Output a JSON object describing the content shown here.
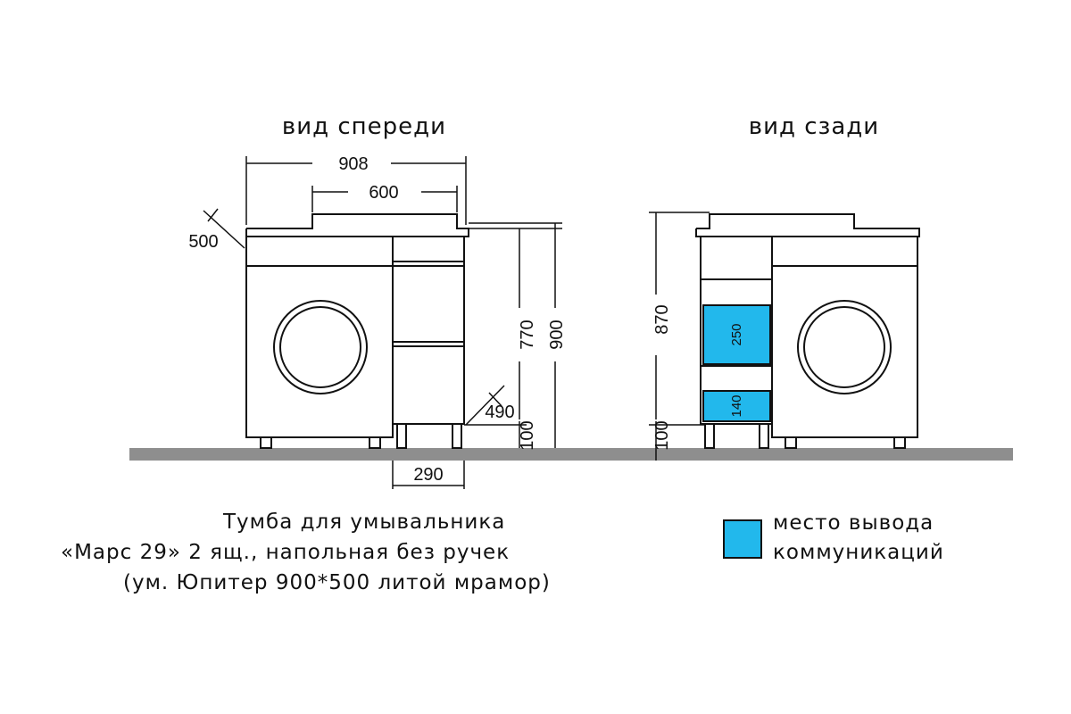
{
  "views": {
    "front_title": "вид спереди",
    "back_title": "вид сзади"
  },
  "dimensions": {
    "overall_width": "908",
    "basin_width": "600",
    "depth_top": "500",
    "height_770": "770",
    "height_900": "900",
    "depth_490": "490",
    "leg_height_front": "100",
    "module_width": "290",
    "height_870": "870",
    "leg_height_back": "100",
    "zone_upper": "250",
    "zone_lower": "140"
  },
  "caption": {
    "line1": "Тумба для умывальника",
    "line2": "«Марс 29» 2 ящ., напольная без ручек",
    "line3": "(ум. Юпитер 900*500 литой мрамор)"
  },
  "legend": {
    "label_line1": "место вывода",
    "label_line2": "коммуникаций"
  },
  "colors": {
    "communication_zone": "#22b8ec",
    "floor": "#8e8e8e",
    "outline": "#111111"
  }
}
